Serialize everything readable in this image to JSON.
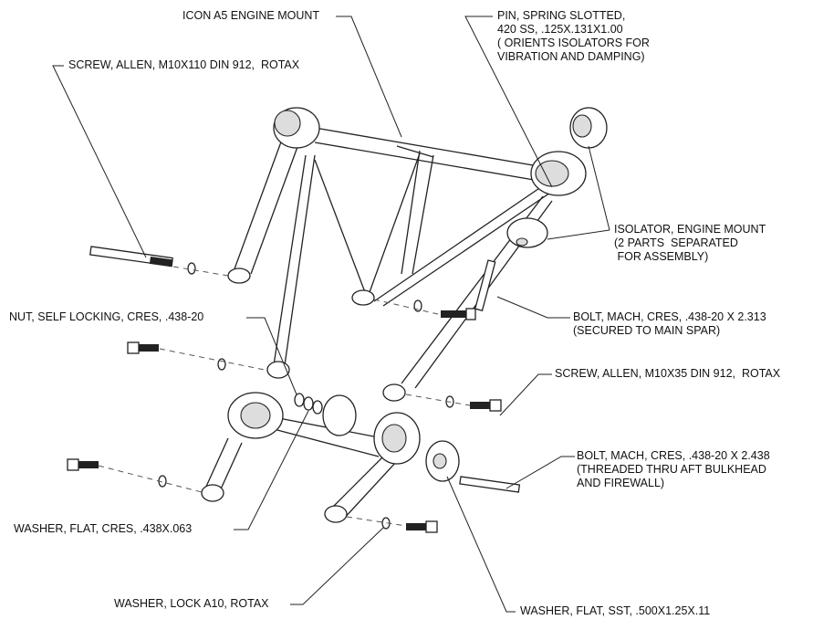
{
  "labels": {
    "engine_mount": "ICON A5 ENGINE MOUNT",
    "spring_pin": [
      "PIN, SPRING SLOTTED,",
      "420 SS, .125X.131X1.00",
      "( ORIENTS ISOLATORS FOR",
      "VIBRATION AND DAMPING)"
    ],
    "screw_m10x110": "SCREW, ALLEN, M10X110 DIN 912,  ROTAX",
    "isolator": [
      "ISOLATOR, ENGINE MOUNT",
      "(2 PARTS  SEPARATED",
      " FOR ASSEMBLY)"
    ],
    "nut": "NUT, SELF LOCKING, CRES, .438-20",
    "bolt_2313": [
      "BOLT, MACH, CRES, .438-20 X 2.313",
      "(SECURED TO MAIN SPAR)"
    ],
    "screw_m10x35": "SCREW, ALLEN, M10X35 DIN 912,  ROTAX",
    "bolt_2438": [
      "BOLT, MACH, CRES, .438-20 X 2.438",
      "(THREADED THRU AFT BULKHEAD",
      "AND FIREWALL)"
    ],
    "washer_flat_cres": "WASHER, FLAT, CRES, .438X.063",
    "washer_lock": "WASHER, LOCK A10, ROTAX",
    "washer_flat_sst": "WASHER, FLAT, SST, .500X1.25X.11"
  }
}
